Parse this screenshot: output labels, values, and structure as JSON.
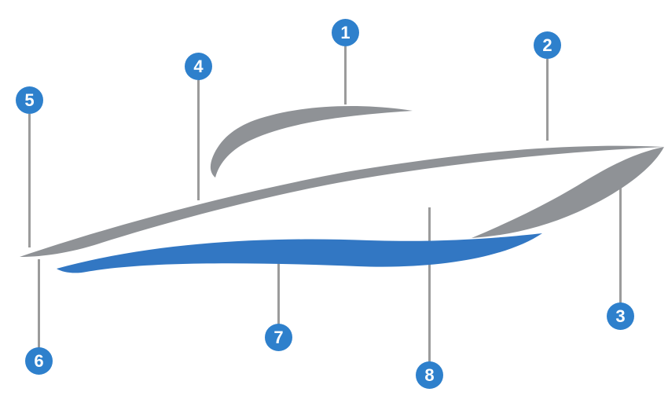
{
  "markers": [
    {
      "label": "1"
    },
    {
      "label": "2"
    },
    {
      "label": "3"
    },
    {
      "label": "4"
    },
    {
      "label": "5"
    },
    {
      "label": "6"
    },
    {
      "label": "7"
    },
    {
      "label": "8"
    }
  ],
  "colors": {
    "marker_blue": "#2e80cc",
    "boat_gray": "#8f9296",
    "wave_blue": "#3277c3",
    "line_gray": "#9b9b9b"
  }
}
